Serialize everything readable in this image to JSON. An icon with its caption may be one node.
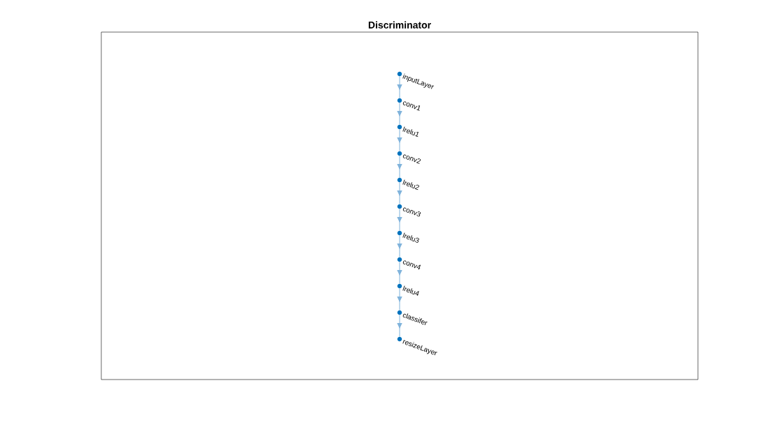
{
  "diagram": {
    "title": "Discriminator",
    "nodes": [
      {
        "text": [],
        "shape": "circle",
        "beside": [
          "inputLayer"
        ]
      },
      {
        "text": [],
        "shape": "circle",
        "beside": [
          "conv1"
        ]
      },
      {
        "text": [],
        "shape": "circle",
        "beside": [
          "lrelu1"
        ]
      },
      {
        "text": [],
        "shape": "circle",
        "beside": [
          "conv2"
        ]
      },
      {
        "text": [],
        "shape": "circle",
        "beside": [
          "lrelu2"
        ]
      },
      {
        "text": [],
        "shape": "circle",
        "beside": [
          "conv3"
        ]
      },
      {
        "text": [],
        "shape": "circle",
        "beside": [
          "lrelu3"
        ]
      },
      {
        "text": [],
        "shape": "circle",
        "beside": [
          "conv4"
        ]
      },
      {
        "text": [],
        "shape": "circle",
        "beside": [
          "lrelu4"
        ]
      },
      {
        "text": [],
        "shape": "circle",
        "beside": [
          "classifer"
        ]
      },
      {
        "text": [],
        "shape": "circle",
        "beside": [
          "resizeLayer"
        ]
      }
    ],
    "edges": [
      {
        "from": 0,
        "to": 1,
        "arrow": "to"
      },
      {
        "from": 1,
        "to": 2,
        "arrow": "to"
      },
      {
        "from": 2,
        "to": 3,
        "arrow": "to"
      },
      {
        "from": 3,
        "to": 4,
        "arrow": "to"
      },
      {
        "from": 4,
        "to": 5,
        "arrow": "to"
      },
      {
        "from": 5,
        "to": 6,
        "arrow": "to"
      },
      {
        "from": 6,
        "to": 7,
        "arrow": "to"
      },
      {
        "from": 7,
        "to": 8,
        "arrow": "to"
      },
      {
        "from": 8,
        "to": 9,
        "arrow": "to"
      },
      {
        "from": 9,
        "to": 10,
        "arrow": "to"
      }
    ]
  }
}
